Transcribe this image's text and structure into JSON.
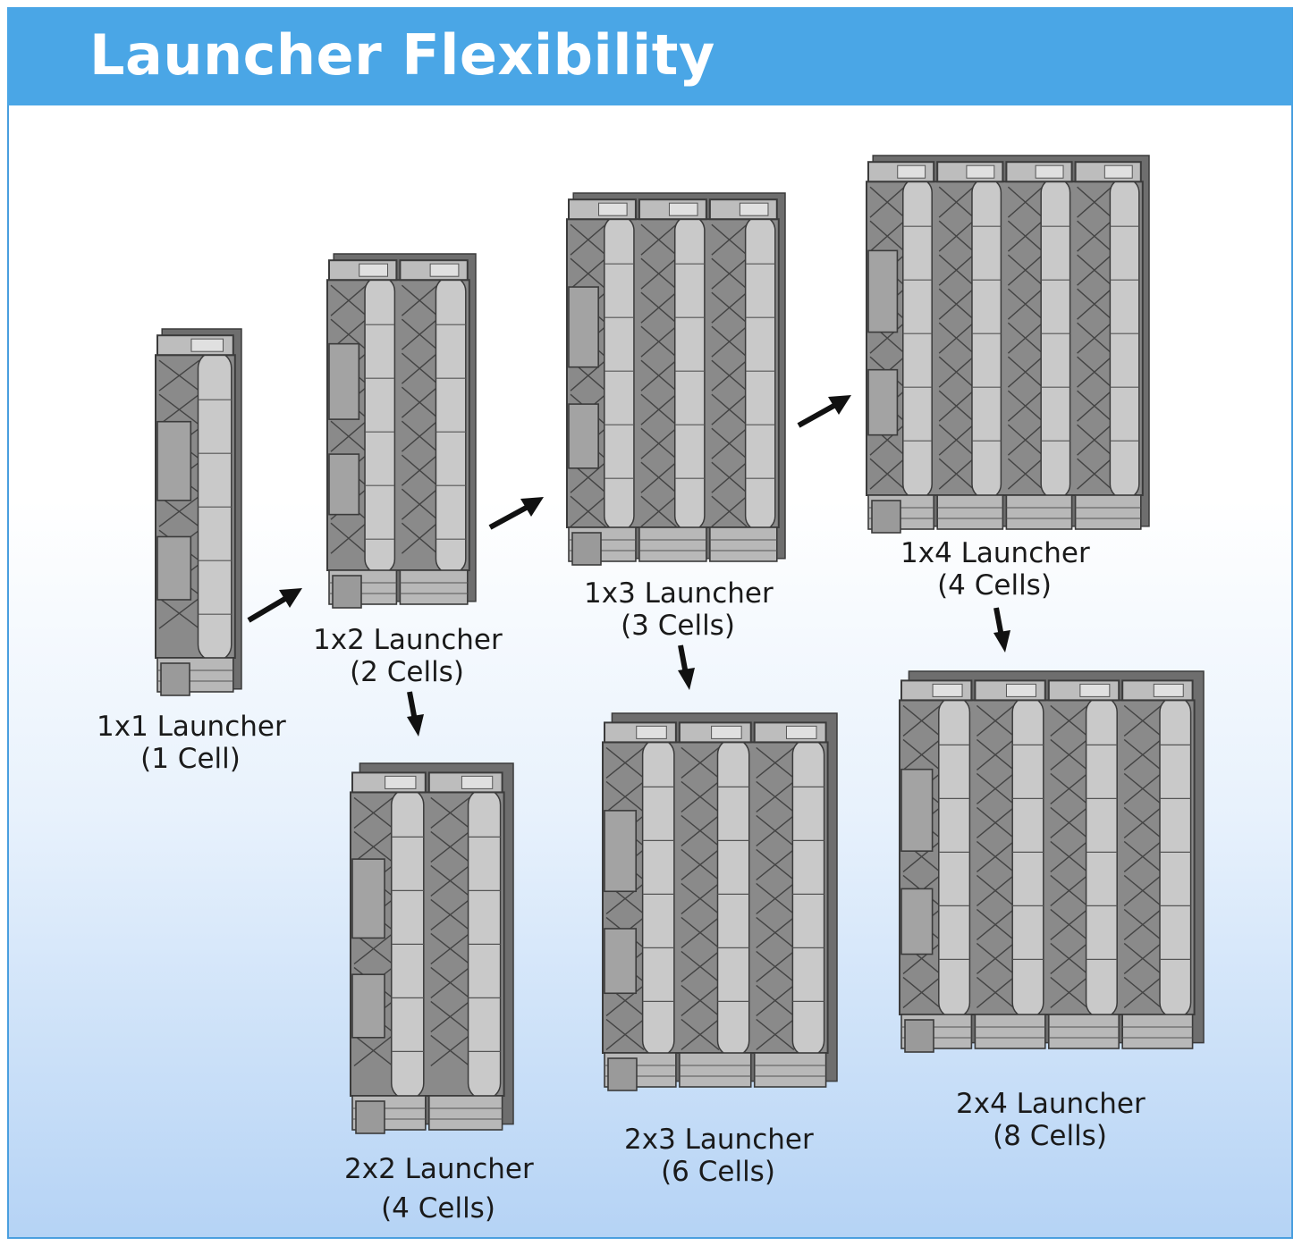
{
  "header": {
    "title": "Launcher Flexibility"
  },
  "colors": {
    "header": "#4aa6e6",
    "border": "#4a9fdf",
    "tube": "#c9c9c9",
    "frame": "#3b3b3b",
    "panel": "#a3a3a3",
    "arrow": "#111111"
  },
  "launchers": [
    {
      "id": "1x1",
      "rows": 1,
      "cols": 1,
      "name": "1x1 Launcher",
      "cells": "(1 Cell)"
    },
    {
      "id": "1x2",
      "rows": 1,
      "cols": 2,
      "name": "1x2 Launcher",
      "cells": "(2 Cells)"
    },
    {
      "id": "1x3",
      "rows": 1,
      "cols": 3,
      "name": "1x3 Launcher",
      "cells": "(3 Cells)"
    },
    {
      "id": "1x4",
      "rows": 1,
      "cols": 4,
      "name": "1x4 Launcher",
      "cells": "(4 Cells)"
    },
    {
      "id": "2x2",
      "rows": 2,
      "cols": 2,
      "name": "2x2 Launcher",
      "cells": "(4 Cells)"
    },
    {
      "id": "2x3",
      "rows": 2,
      "cols": 3,
      "name": "2x3 Launcher",
      "cells": "(6 Cells)"
    },
    {
      "id": "2x4",
      "rows": 2,
      "cols": 4,
      "name": "2x4 Launcher",
      "cells": "(8 Cells)"
    }
  ],
  "arrows": [
    {
      "from": "1x1",
      "to": "1x2"
    },
    {
      "from": "1x2",
      "to": "1x3"
    },
    {
      "from": "1x3",
      "to": "1x4"
    },
    {
      "from": "1x2",
      "to": "2x2"
    },
    {
      "from": "1x3",
      "to": "2x3"
    },
    {
      "from": "1x4",
      "to": "2x4"
    }
  ]
}
